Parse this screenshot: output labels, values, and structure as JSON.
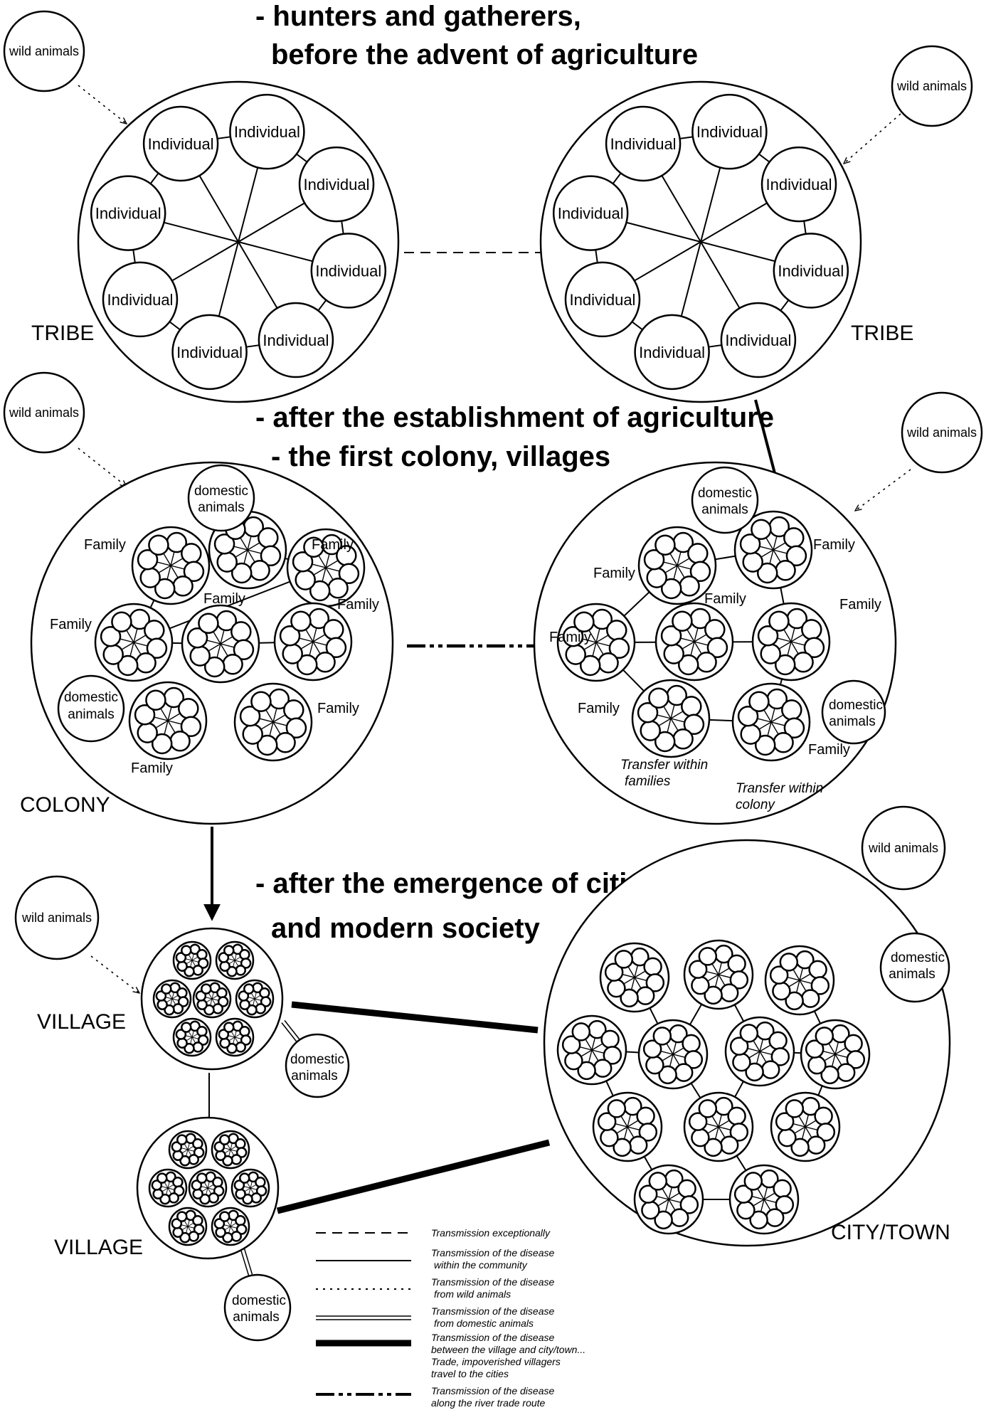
{
  "headings": {
    "phase1_line1": "- hunters and gatherers,",
    "phase1_line2": "before the advent of agriculture",
    "phase2_line1": "- after the establishment of agriculture",
    "phase2_line2": "- the first colony, villages",
    "phase3_line1": "- after the emergence of cities",
    "phase3_line2": "and modern society"
  },
  "labels": {
    "tribe": "TRIBE",
    "colony": "COLONY",
    "village": "VILLAGE",
    "city": "CITY/TOWN",
    "individual": "Individual",
    "family": "Family",
    "wild_animals": "wild animals",
    "domestic_line1": "domestic",
    "domestic_line2": "animals",
    "transfer_families_line1": "Transfer within",
    "transfer_families_line2": "families",
    "transfer_colony_line1": "Transfer within",
    "transfer_colony_line2": "colony"
  },
  "legend": {
    "exceptional": "Transmission  exceptionally",
    "community_line1": "Transmission of the disease",
    "community_line2": "within the community",
    "wild_line1": "Transmission of the disease",
    "wild_line2": "from wild animals",
    "domestic_line1": "Transmission of the disease",
    "domestic_line2": "from domestic animals",
    "trade_line1": "Transmission of the disease",
    "trade_line2": "between the village and city/town...",
    "trade_line3": "Trade, impoverished villagers",
    "trade_line4": "travel to the cities",
    "river_line1": "Transmission of the disease",
    "river_line2": "along the river trade route"
  }
}
